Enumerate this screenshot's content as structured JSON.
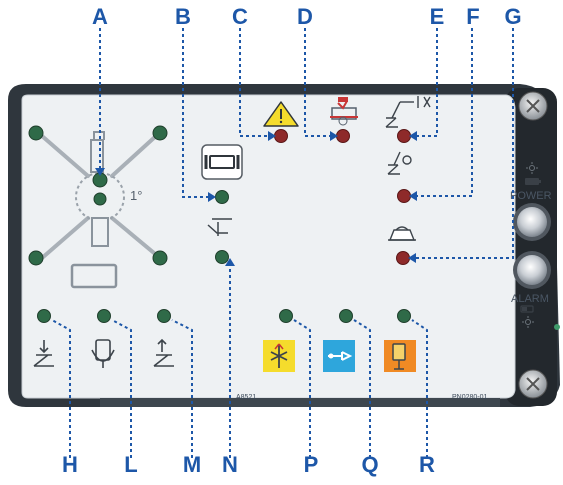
{
  "colors": {
    "callout_blue": "#1d57a8",
    "panel": "#f1f3f5",
    "frame": "#333a42",
    "led_green": "#2f6a48",
    "led_red": "#8e2a2a",
    "icon_yellow": "#f5dc2c",
    "icon_blue": "#2ea6dc",
    "icon_orange": "#f08a24"
  },
  "callouts": {
    "top": [
      "A",
      "B",
      "C",
      "D",
      "E",
      "F",
      "G"
    ],
    "bottom": [
      "H",
      "L",
      "M",
      "N",
      "P",
      "Q",
      "R"
    ]
  },
  "panel": {
    "angle_text": "1°",
    "power_label": "POWER",
    "alarm_label": "ALARM",
    "code_left": "A8521",
    "code_right": "PN0280-01"
  },
  "icons": {
    "warning": "warning-triangle-icon",
    "overload": "platform-overload-icon",
    "boom_limit": "boom-limit-icon",
    "boom_fault": "boom-fault-icon",
    "tilt": "tilt-alarm-icon",
    "chassis": "chassis-select-icon",
    "descent": "descent-icon",
    "drive_enable": "drive-enable-icon",
    "stow": "stow-icon",
    "emergency": "emergency-lowering-icon",
    "generator": "generator-icon",
    "platform_select": "platform-select-icon",
    "battery": "battery-icon",
    "sun": "sun-icon"
  }
}
